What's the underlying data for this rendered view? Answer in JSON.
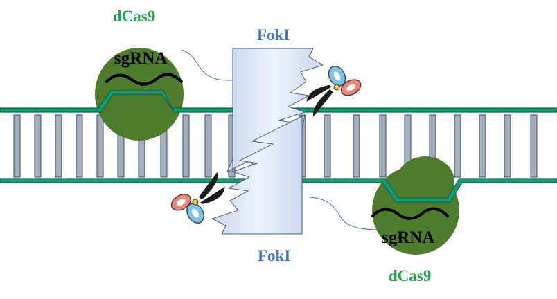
{
  "labels": {
    "dcas9_top": "dCas9",
    "dcas9_bottom": "dCas9",
    "sgrna_top": "sgRNA",
    "sgrna_bottom": "sgRNA",
    "foki_top": "FokI",
    "foki_bottom": "FokI"
  },
  "colors": {
    "dna_strand": "#0d9e74",
    "dna_strand_edge": "#1f5d4a",
    "base_pair": "#a4acb8",
    "base_pair_edge": "#3a4b6a",
    "dcas9_protein": "#4e7c2c",
    "foki_fill": "#dce6f5",
    "foki_edge": "#4a5f85",
    "dcas9_label": "#1da34e",
    "foki_label": "#4472c4"
  },
  "icons": [
    "scissors-icon",
    "scissors-icon"
  ]
}
